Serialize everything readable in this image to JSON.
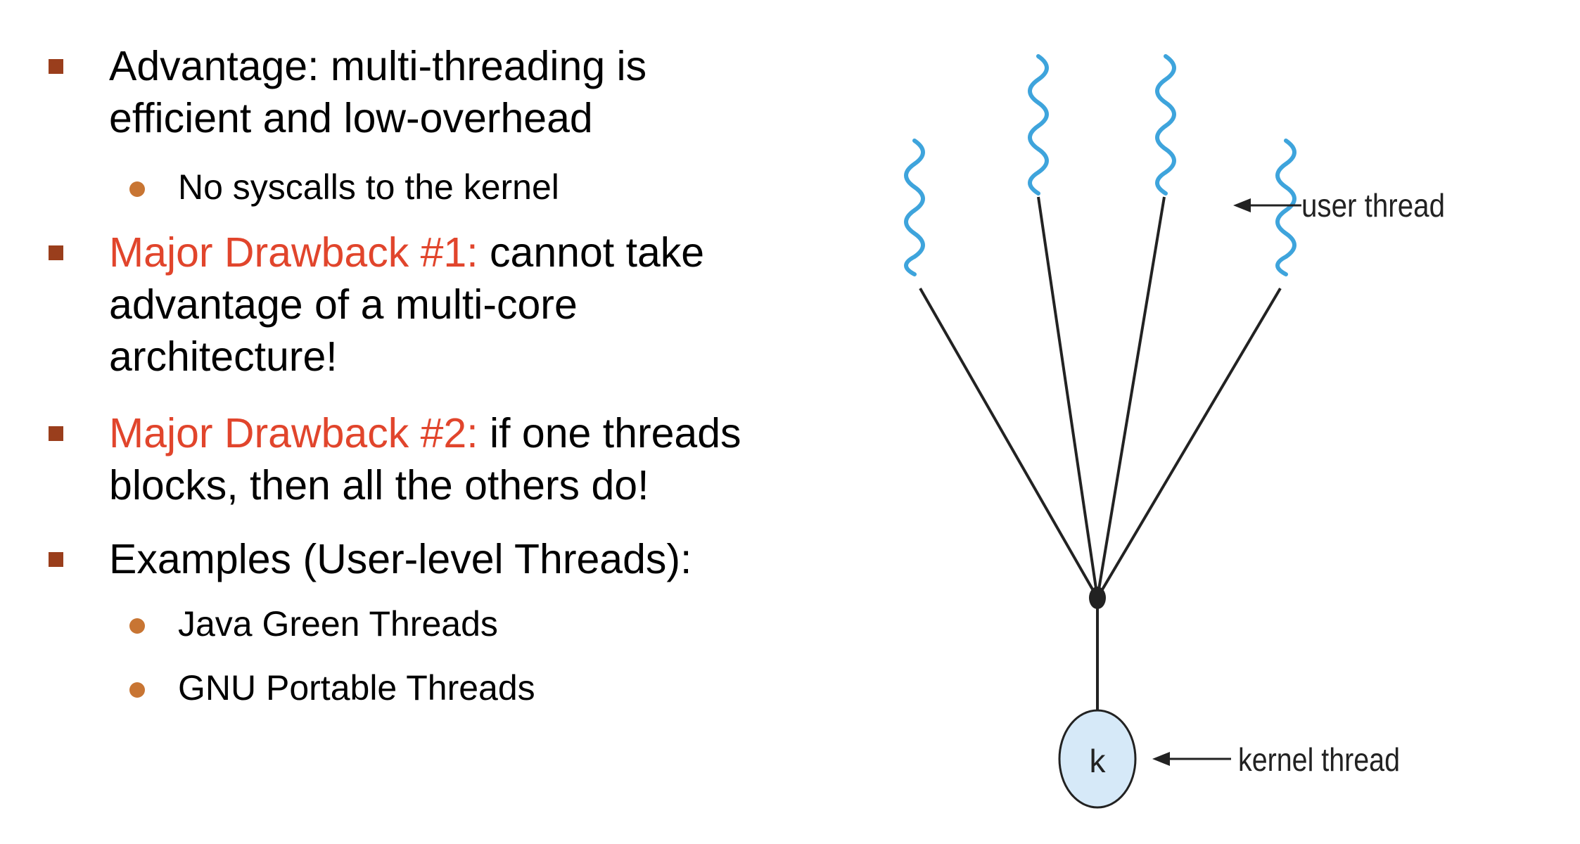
{
  "bullets": [
    {
      "lines": [
        "Advantage: multi-threading is",
        "efficient and low-overhead"
      ]
    },
    {
      "subs": [
        "No syscalls to the kernel"
      ]
    },
    {
      "accent": "Major Drawback #1:",
      "rest": " cannot take",
      "lines": [
        "advantage of a multi-core",
        "architecture!"
      ]
    },
    {
      "accent": "Major Drawback #2:",
      "rest": " if one threads",
      "lines": [
        "blocks, then all the others do!"
      ]
    },
    {
      "lines": [
        "Examples (User-level Threads):"
      ]
    },
    {
      "subs": [
        "Java Green Threads",
        "GNU Portable Threads"
      ]
    }
  ],
  "diagram": {
    "user_thread_label": "user thread",
    "kernel_thread_label": "kernel thread",
    "kernel_node_letter": "k",
    "user_thread_count": 4,
    "colors": {
      "thread_wave": "#3ea4dc",
      "kernel_fill": "#d6e9f8",
      "lines": "#222222",
      "accent_text": "#e1452c",
      "square_bullet": "#9a3e1c",
      "round_bullet": "#c87533"
    }
  }
}
